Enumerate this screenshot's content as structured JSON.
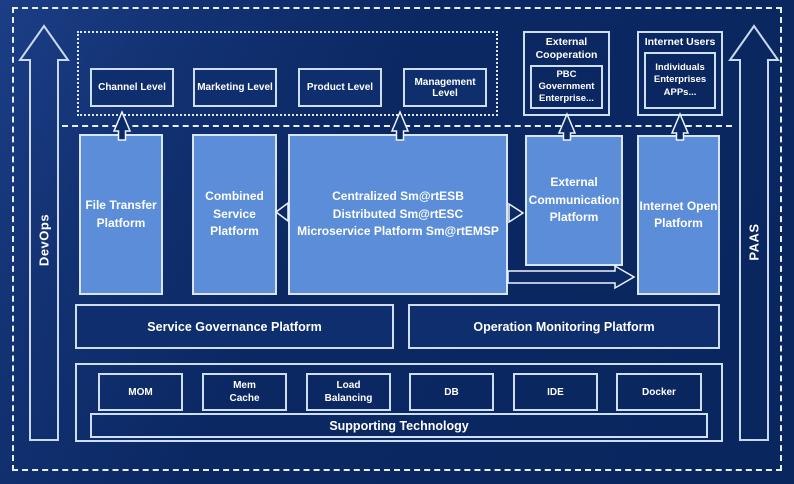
{
  "diagram": {
    "side_arrows": {
      "left_label": "DevOps",
      "right_label": "PAAS"
    },
    "levels": [
      {
        "label": "Channel Level"
      },
      {
        "label": "Marketing Level"
      },
      {
        "label": "Product Level"
      },
      {
        "label": "Management Level"
      }
    ],
    "external_cooperation": {
      "title": "External Cooperation",
      "members": "PBC Government Enterprise..."
    },
    "internet_users": {
      "title": "Internet Users",
      "members": "Individuals Enterprises APPs..."
    },
    "platforms": {
      "file_transfer": "File Transfer Platform",
      "combined_service": "Combined Service Platform",
      "esb_lines": [
        "Centralized Sm@rtESB",
        "Distributed Sm@rtESC",
        "Microservice Platform Sm@rtEMSP"
      ],
      "external_communication": "External Communication Platform",
      "internet_open": "Internet Open Platform"
    },
    "governance": {
      "service": "Service Governance Platform",
      "operation": "Operation Monitoring Platform"
    },
    "supporting": {
      "technologies": [
        "MOM",
        "Mem\nCache",
        "Load\nBalancing",
        "DB",
        "IDE",
        "Docker"
      ],
      "label": "Supporting Technology"
    },
    "colors": {
      "background": "#0b2863",
      "platform_fill": "#5b8dd9",
      "border_light": "#dce8f8",
      "text": "#ffffff"
    }
  }
}
